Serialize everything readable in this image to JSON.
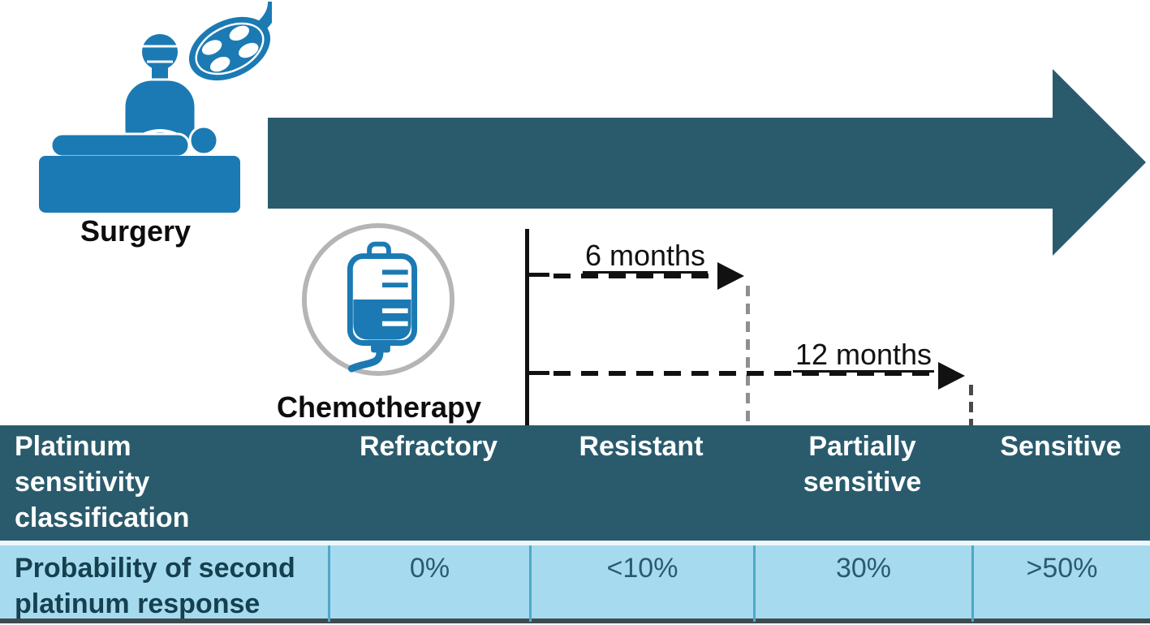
{
  "figure": {
    "surgery_label": "Surgery",
    "chemotherapy_label": "Chemotherapy",
    "milestones": [
      {
        "label": "6 months"
      },
      {
        "label": "12 months"
      }
    ]
  },
  "table": {
    "header": {
      "row_label": "Platinum sensitivity classification",
      "columns": [
        "Refractory",
        "Resistant",
        "Partially sensitive",
        "Sensitive"
      ]
    },
    "data_row": {
      "row_label": "Probability of second platinum response",
      "values": [
        "0%",
        "<10%",
        "30%",
        ">50%"
      ]
    }
  },
  "icons": {
    "surgery": "surgery-operation-icon",
    "chemotherapy": "iv-bag-icon",
    "timeline": "big-right-arrow-icon"
  },
  "colors": {
    "dark_teal": "#2a5b6c",
    "icon_blue": "#1b7ab3",
    "light_blue": "#a6dbef",
    "divider_blue": "#4fa7c6",
    "value_text": "#2b5a70",
    "label_text": "#15404f",
    "gray_ring": "#b5b5b5",
    "gray_dash": "#8f8f8f",
    "dark_dash": "#4a4a4a",
    "black": "#111111",
    "bottom_border": "#3f4a4f",
    "gap_white": "#eef7fb"
  }
}
